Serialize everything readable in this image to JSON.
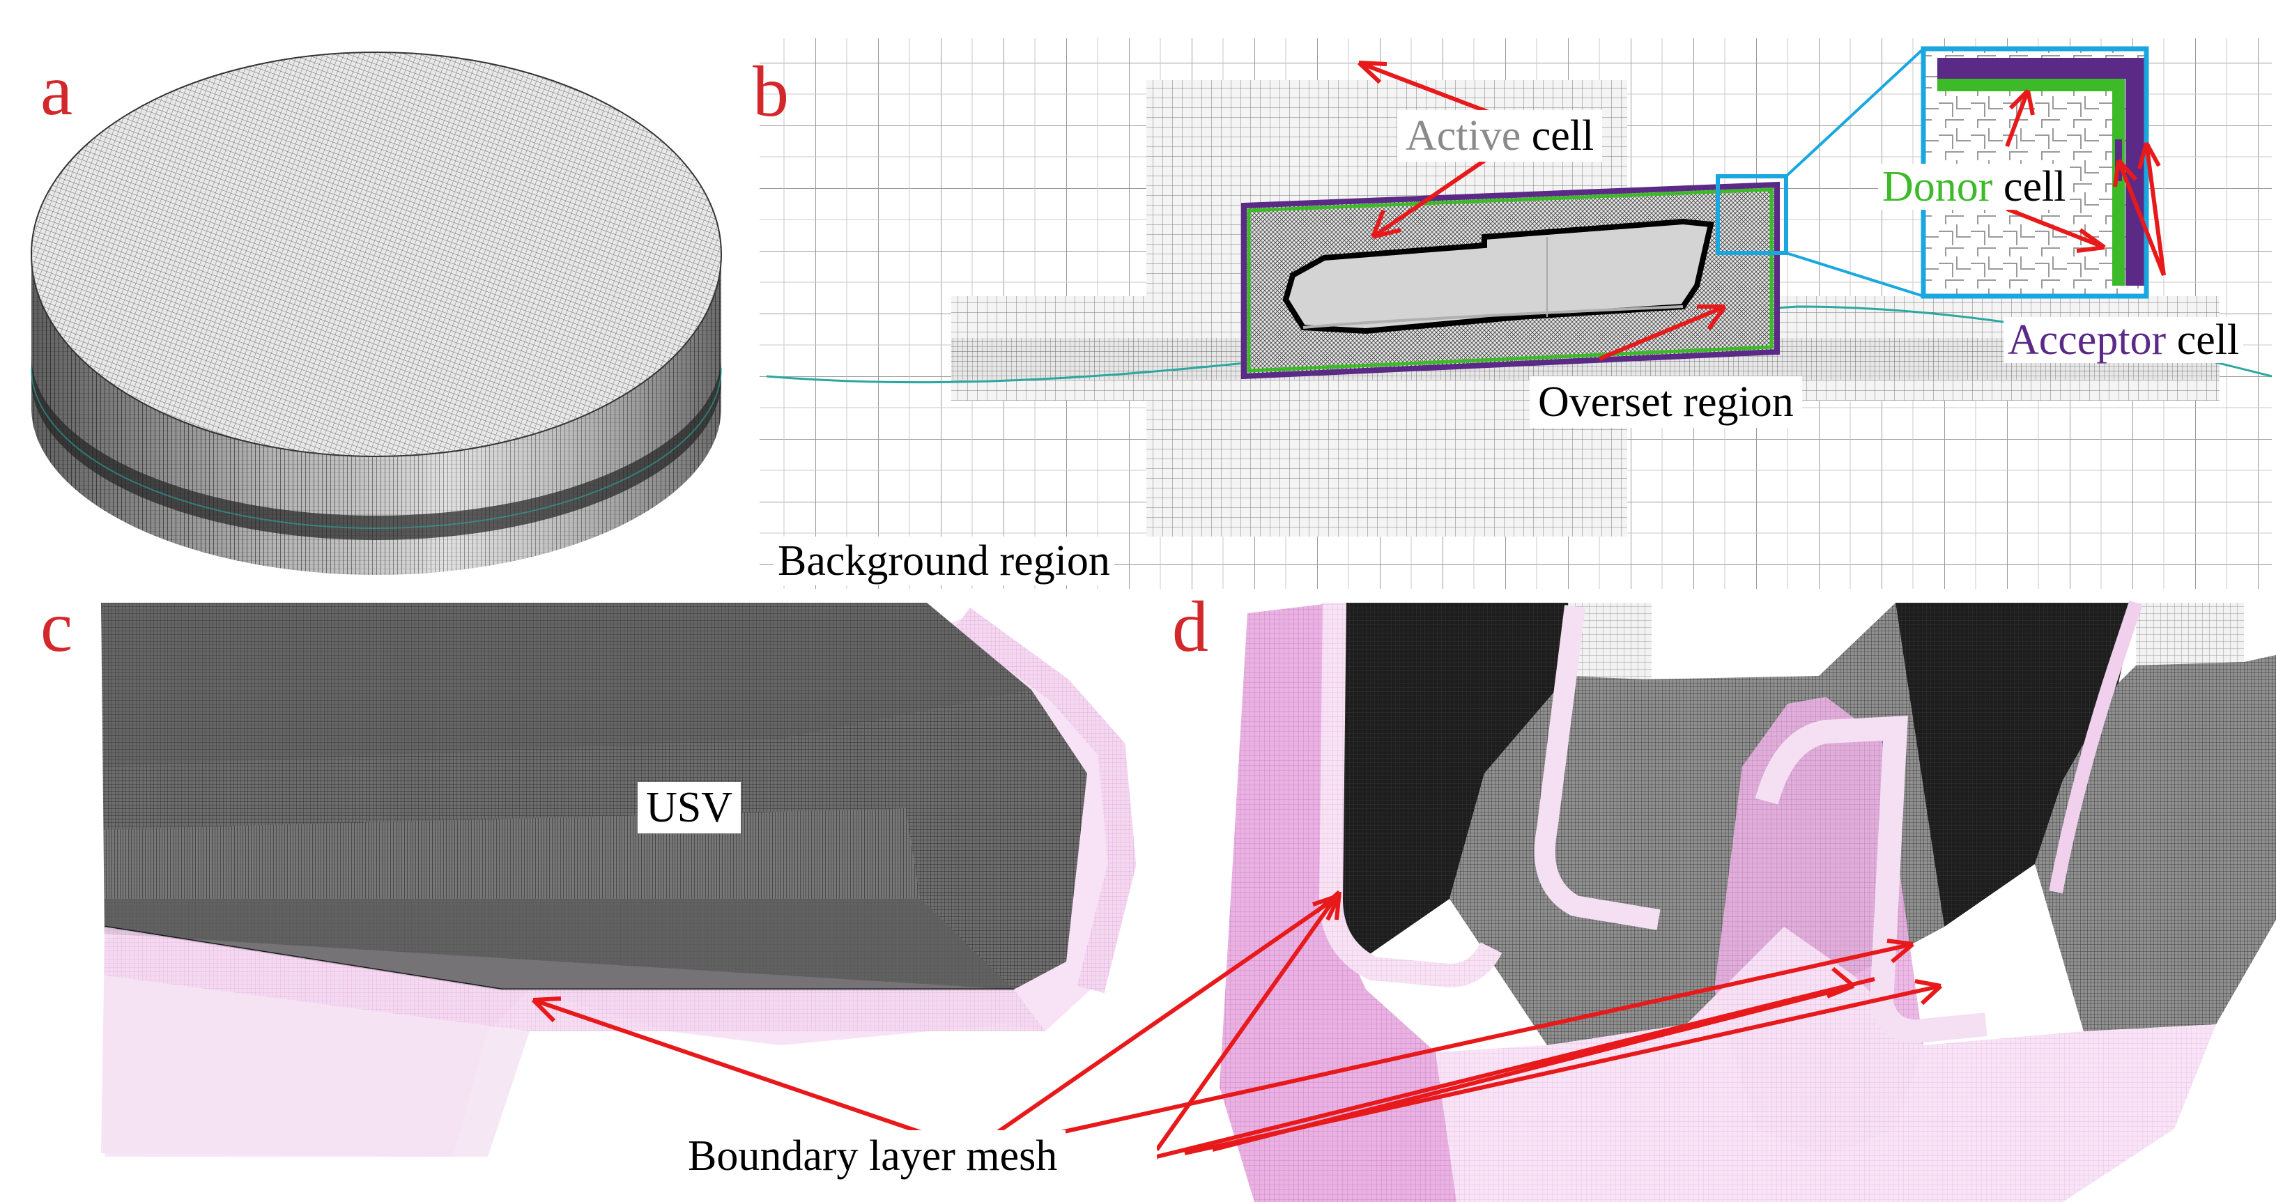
{
  "panels": {
    "a": {
      "letter": "a"
    },
    "b": {
      "letter": "b",
      "labels": {
        "active_word": "Active",
        "active_cell": " cell",
        "donor_word": "Donor",
        "donor_cell": " cell",
        "acceptor_word": "Acceptor",
        "acceptor_cell": " cell",
        "overset": "Overset region",
        "background": "Background region"
      }
    },
    "c": {
      "letter": "c",
      "usv": "USV"
    },
    "d": {
      "letter": "d"
    }
  },
  "shared": {
    "boundary_layer": "Boundary layer mesh"
  },
  "colors": {
    "letter_red": "#d3282b",
    "arrow_red": "#e8191b",
    "active_gray": "#8a8a8a",
    "donor_green": "#3cba28",
    "acceptor_purple": "#5a2a86",
    "zoom_blue": "#1aa7e0",
    "boundary_pink": "#e7a6dd"
  }
}
